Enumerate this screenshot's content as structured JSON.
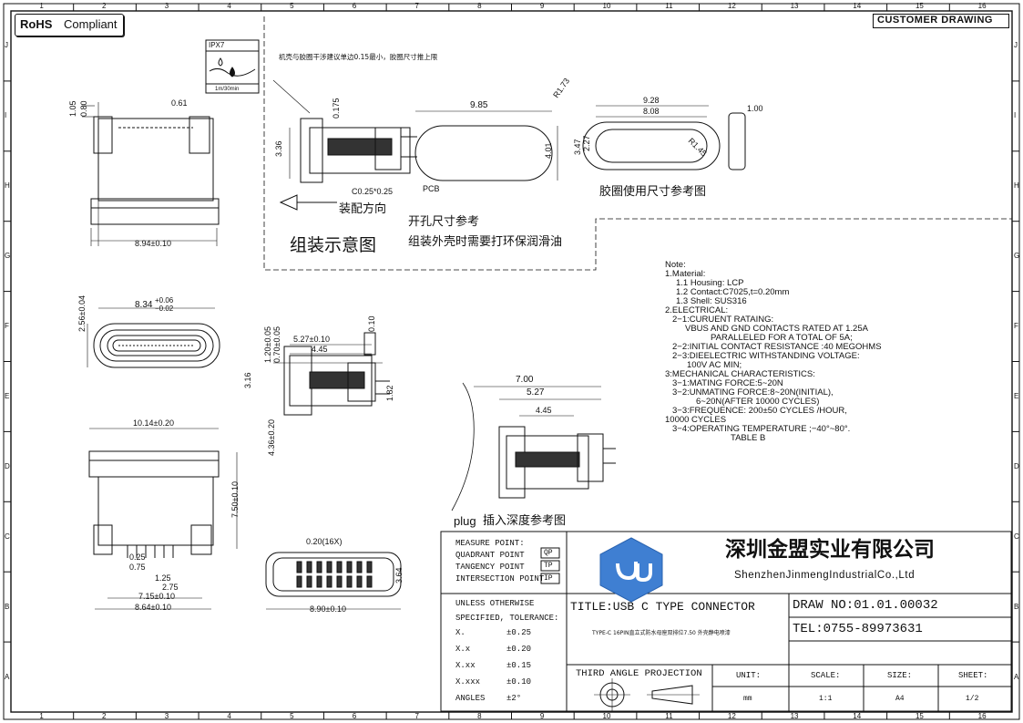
{
  "badges": {
    "rohs": "RoHS",
    "compliant": "Compliant",
    "customer_drawing": "CUSTOMER DRAWING",
    "ipx": "IPX7",
    "ipx_sub": "1m/30min"
  },
  "grid": {
    "cols": [
      "1",
      "2",
      "3",
      "4",
      "5",
      "6",
      "7",
      "8",
      "9",
      "10",
      "11",
      "12",
      "13",
      "14",
      "15",
      "16"
    ],
    "rows": [
      "J",
      "I",
      "H",
      "G",
      "F",
      "E",
      "D",
      "C",
      "B",
      "A"
    ]
  },
  "assembly": {
    "note_top": "机壳与胶圈干涉建议单边0.15最小，胶圈尺寸推上限",
    "dims": {
      "d0175": "0.175",
      "d336": "3.36",
      "c025": "C0.25*0.25",
      "pcb": "PCB",
      "d985": "9.85",
      "r173": "R1.73",
      "d401": "4.01",
      "d928": "9.28",
      "d808": "8.08",
      "d347": "3.47",
      "d227": "2.27",
      "r145": "R1.45",
      "d100": "1.00"
    },
    "direction": "装配方向",
    "title": "组装示意图",
    "open_hole": "开孔尺寸参考",
    "lube": "组装外壳时需要打环保润滑油",
    "gasket": "胶圈使用尺寸参考图"
  },
  "views": {
    "top": {
      "d105": "1.05",
      "d080": "0.80",
      "d061": "0.61",
      "d894": "8.94±0.10"
    },
    "front": {
      "d834": "8.34",
      "tol_up": "+0.06",
      "tol_dn": "−0.02",
      "d256": "2.56±0.04"
    },
    "side": {
      "d527": "5.27±0.10",
      "d445": "4.45",
      "d120": "1.20±0.05",
      "d070": "0.70±0.05",
      "d316": "3.16",
      "d436": "4.36±0.20",
      "d182": "1.82",
      "d010": "0.10"
    },
    "bottom": {
      "d1014": "10.14±0.20",
      "d750": "7.50±0.10",
      "d025": "0.25",
      "d075": "0.75",
      "d125": "1.25",
      "d275": "2.75",
      "d715": "7.15±0.10",
      "d864": "8.64±0.10"
    },
    "footprint": {
      "d020": "0.20(16X)",
      "d364": "3.64",
      "d890": "8.90±0.10"
    },
    "plug": {
      "d700": "7.00",
      "d527": "5.27",
      "d445": "4.45",
      "caption_en": "plug",
      "caption_zh": "插入深度参考图"
    }
  },
  "notes": [
    "Note:",
    "1.Material:",
    "1.1  Housing:  LCP",
    "1.2  Contact:C7025,t=0.20mm",
    "1.3  Shell:  SUS316",
    "2.ELECTRICAL:",
    "2−1:CURUENT  RATAING:",
    "VBUS  AND  GND  CONTACTS  RATED  AT  1.25A",
    "PARALLELED  FOR  A  TOTAL  OF  5A;",
    "2−2:INITIAL  CONTACT  RESISTANCE  :40  MEGOHMS",
    "2−3:DIEELECTRIC  WITHSTANDING  VOLTAGE:",
    "100V  AC  MIN;",
    "3:MECHANICAL  CHARACTERISTICS:",
    "3−1:MATING  FORCE:5~20N",
    "3−2:UNMATING  FORCE:8~20N(INITIAL),",
    "6~20N(AFTER  10000  CYCLES)",
    "3−3:FREQUENCE:  200±50  CYCLES  /HOUR,",
    "10000  CYCLES",
    "3−4:OPERATING  TEMPERATURE  ;−40°~80°.",
    "TABLE  B"
  ],
  "title_block": {
    "measure": [
      "MEASURE POINT:",
      "QUADRANT POINT",
      "TANGENCY POINT",
      "INTERSECTION POINT"
    ],
    "measure_codes": [
      "QP",
      "TP",
      "IP"
    ],
    "company_cn": "深圳金盟实业有限公司",
    "company_en": "ShenzhenJinmengIndustrialCo.,Ltd",
    "title": "TITLE:USB C TYPE CONNECTOR",
    "subtitle": "TYPE-C 16PIN直立式防水母座双排位7.50 外壳静电喷漆",
    "draw_no": "DRAW NO:01.01.00032",
    "tel": "TEL:0755-89973631",
    "unless": "UNLESS OTHERWISE",
    "specified": "SPECIFIED, TOLERANCE:",
    "tol_labels": [
      "X.",
      "X.x",
      "X.xx",
      "X.xxx",
      "ANGLES"
    ],
    "tol_values": [
      "±0.25",
      "±0.20",
      "±0.15",
      "±0.10",
      "±2°"
    ],
    "projection": "THIRD ANGLE PROJECTION",
    "unit_label": "UNIT:",
    "unit": "mm",
    "scale_label": "SCALE:",
    "scale": "1:1",
    "size_label": "SIZE:",
    "size": "A4",
    "sheet_label": "SHEET:",
    "sheet": "1/2"
  }
}
